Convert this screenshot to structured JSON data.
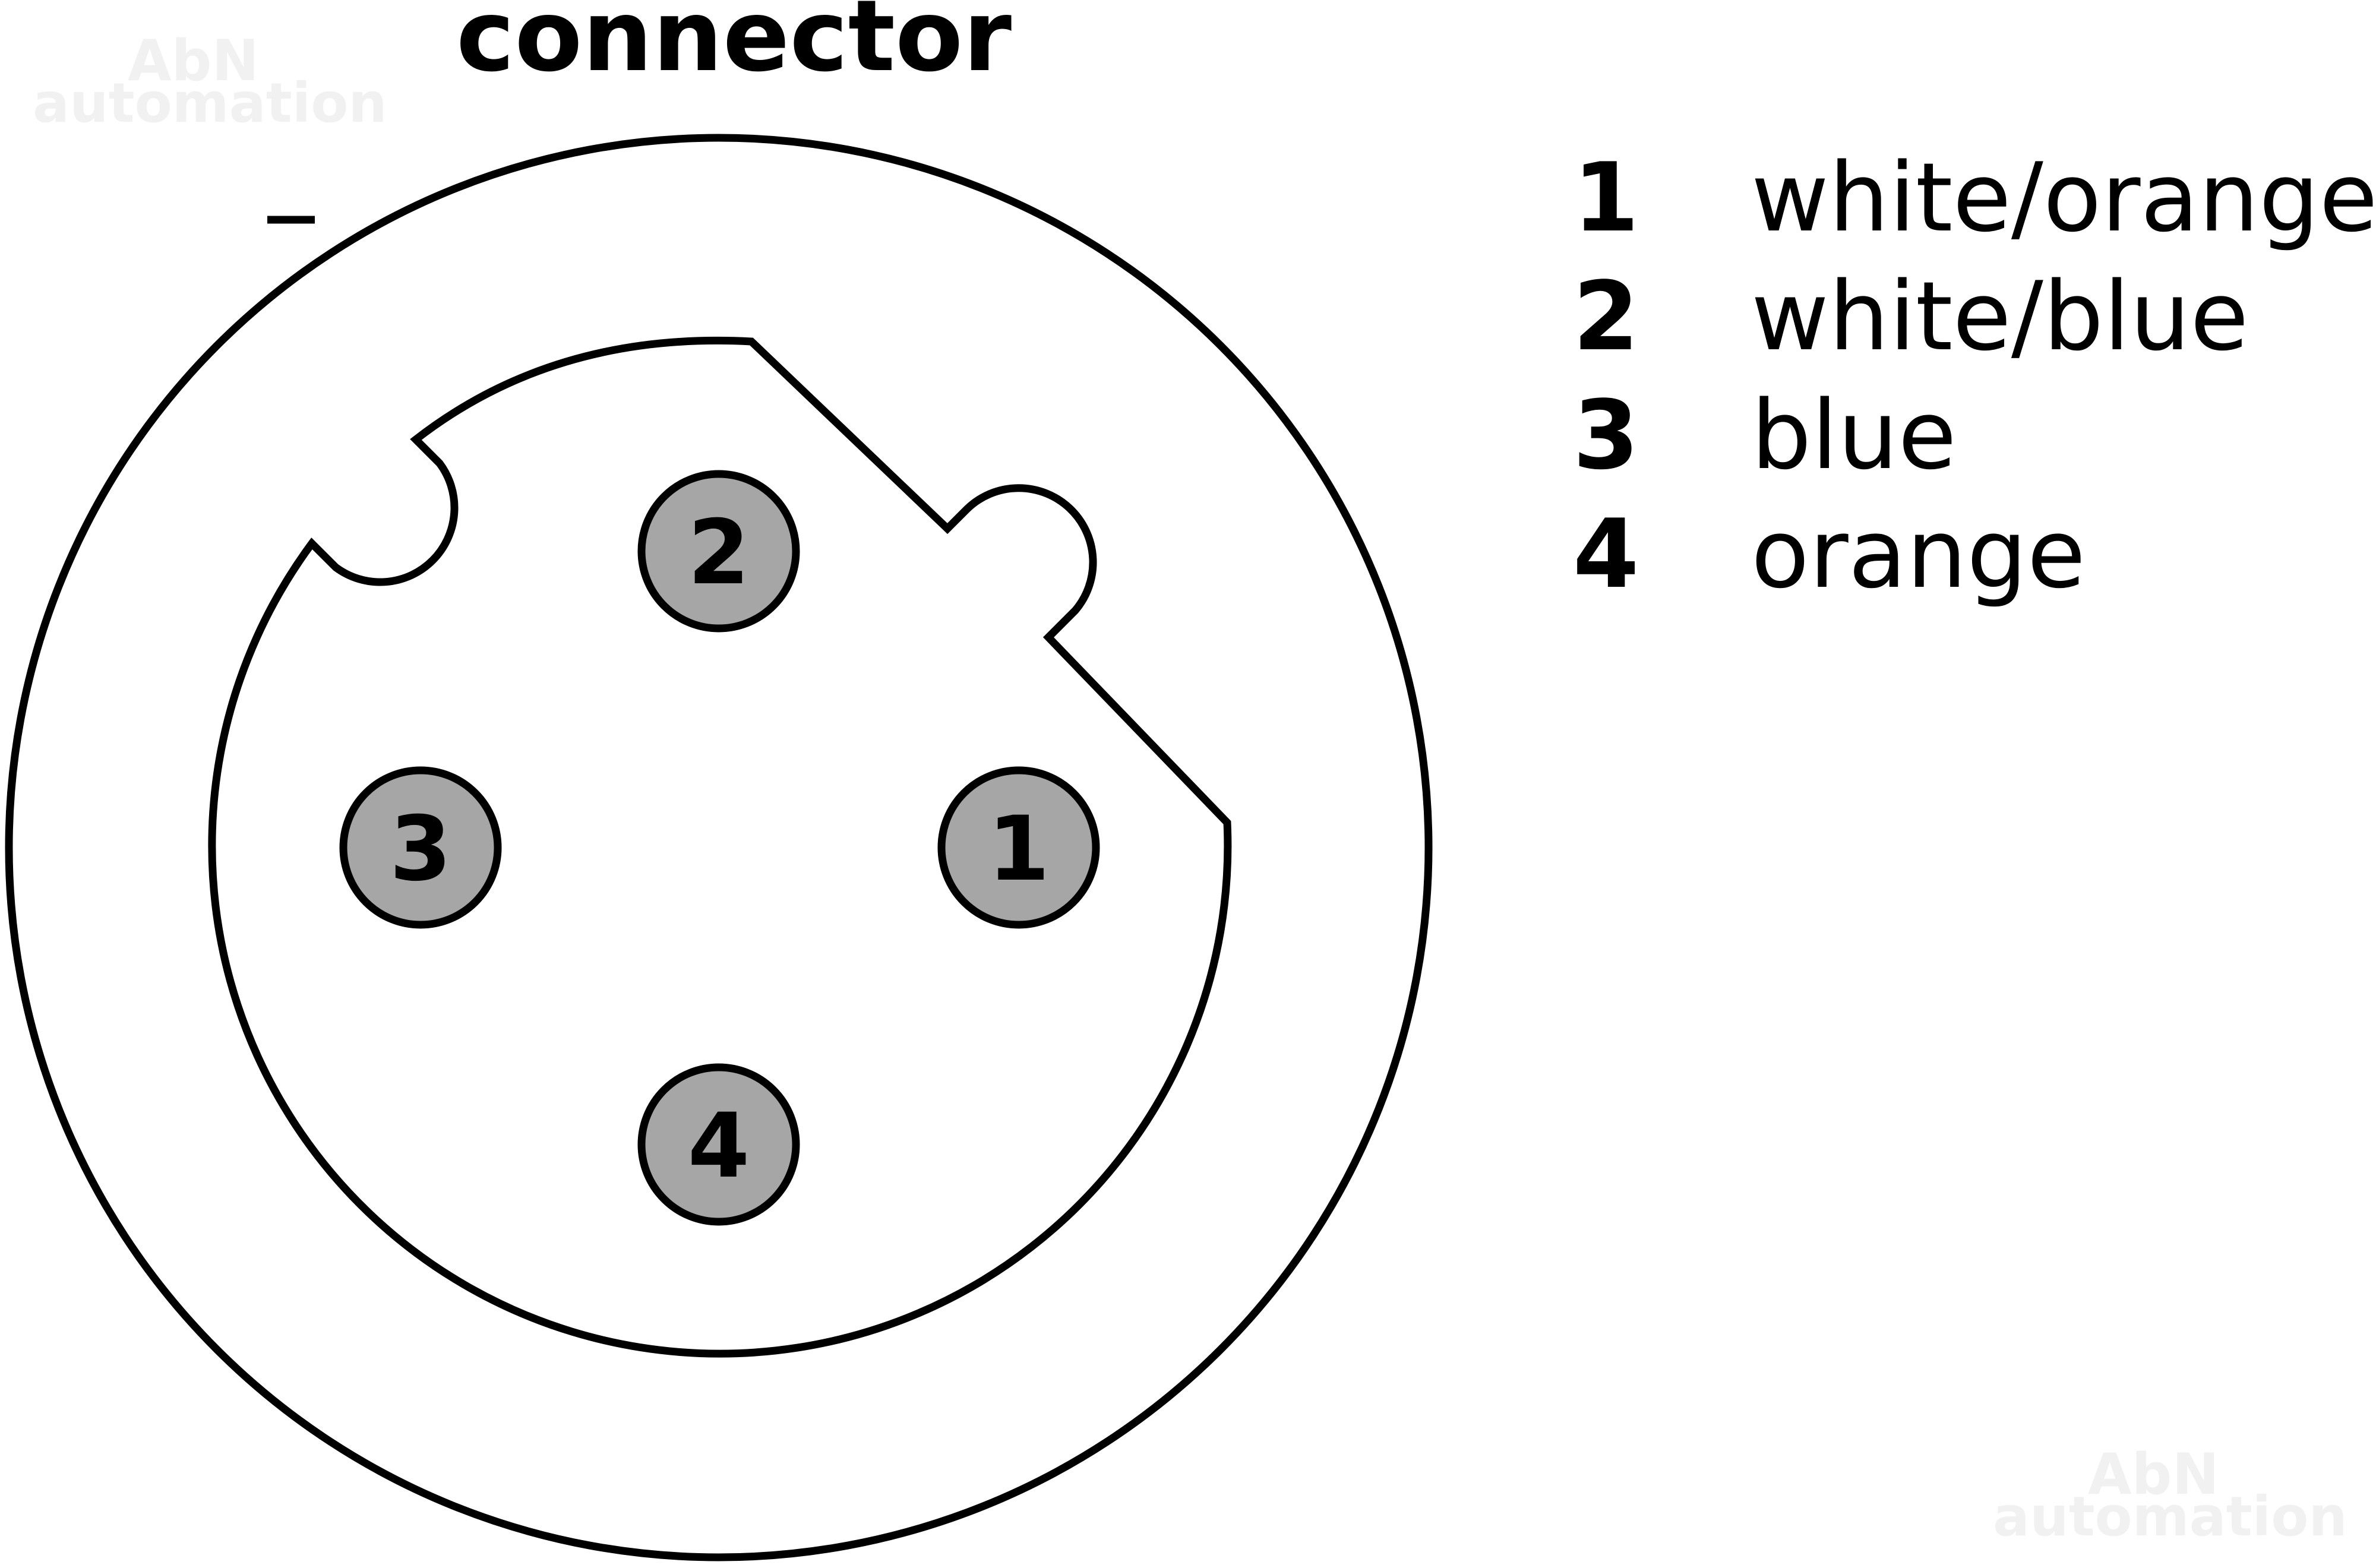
{
  "title": "connector",
  "watermark": {
    "line1": "AbN",
    "line2": "automation"
  },
  "pins": [
    {
      "id": "1",
      "label": "1"
    },
    {
      "id": "2",
      "label": "2"
    },
    {
      "id": "3",
      "label": "3"
    },
    {
      "id": "4",
      "label": "4"
    }
  ],
  "legend": [
    {
      "number": "1",
      "color": "white/orange"
    },
    {
      "number": "2",
      "color": "white/blue"
    },
    {
      "number": "3",
      "color": "blue"
    },
    {
      "number": "4",
      "color": "orange"
    }
  ],
  "colors": {
    "pin_fill": "#a6a6a6",
    "stroke": "#000000",
    "background": "#ffffff"
  }
}
